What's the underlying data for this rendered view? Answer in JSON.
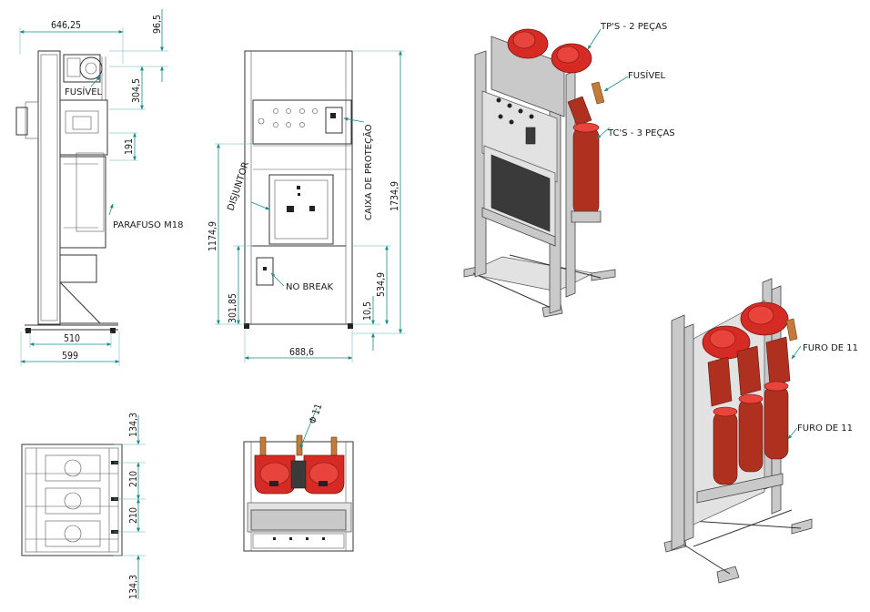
{
  "side_view": {
    "dim_width": "646,25",
    "dim_top": "96,5",
    "dim_upper": "304,5",
    "dim_mid": "191",
    "dim_base_inner": "510",
    "dim_base_outer": "599",
    "label_fuse": "FUSÍVEL",
    "label_screw": "PARAFUSO M18"
  },
  "front_view": {
    "dim_total_height": "1734,9",
    "dim_lower_height": "1174,9",
    "dim_cutout_height": "301,85",
    "dim_lower_box": "534,9",
    "dim_foot": "10,5",
    "dim_width": "688,6",
    "label_breaker": "DISJUNTOR",
    "label_protection_box": "CAIXA DE PROTEÇÃO",
    "label_no_break": "NO BREAK"
  },
  "top_view": {
    "dim_a": "134,3",
    "dim_b": "210",
    "dim_c": "210",
    "dim_d": "134,3"
  },
  "top_front_view": {
    "dim_hole": "Φ 11"
  },
  "iso_view_1": {
    "label_tps": "TP'S - 2 PEÇAS",
    "label_fuse": "FUSÍVEL",
    "label_tcs": "TC'S - 3 PEÇAS"
  },
  "iso_view_2": {
    "label_hole_top": "FURO DE 11",
    "label_hole_bottom": "FURO DE 11"
  }
}
